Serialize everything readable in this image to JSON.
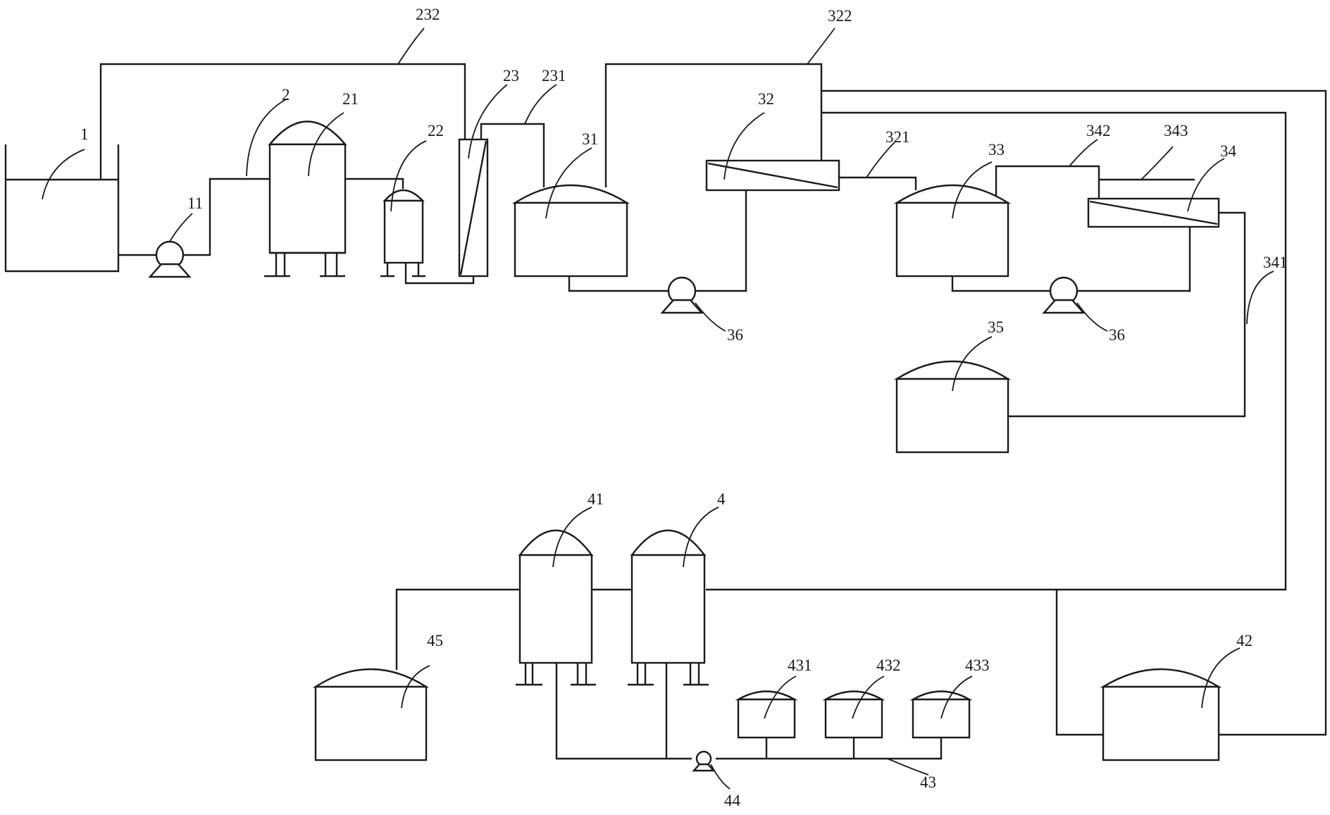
{
  "labels": {
    "n1": "1",
    "n11": "11",
    "n2": "2",
    "n21": "21",
    "n22": "22",
    "n23": "23",
    "n231": "231",
    "n232": "232",
    "n31": "31",
    "n32": "32",
    "n321": "321",
    "n322": "322",
    "n33": "33",
    "n34": "34",
    "n341": "341",
    "n342": "342",
    "n343": "343",
    "n35": "35",
    "n36a": "36",
    "n36b": "36",
    "n4": "4",
    "n41": "41",
    "n42": "42",
    "n43": "43",
    "n44": "44",
    "n45": "45",
    "n431": "431",
    "n432": "432",
    "n433": "433"
  }
}
